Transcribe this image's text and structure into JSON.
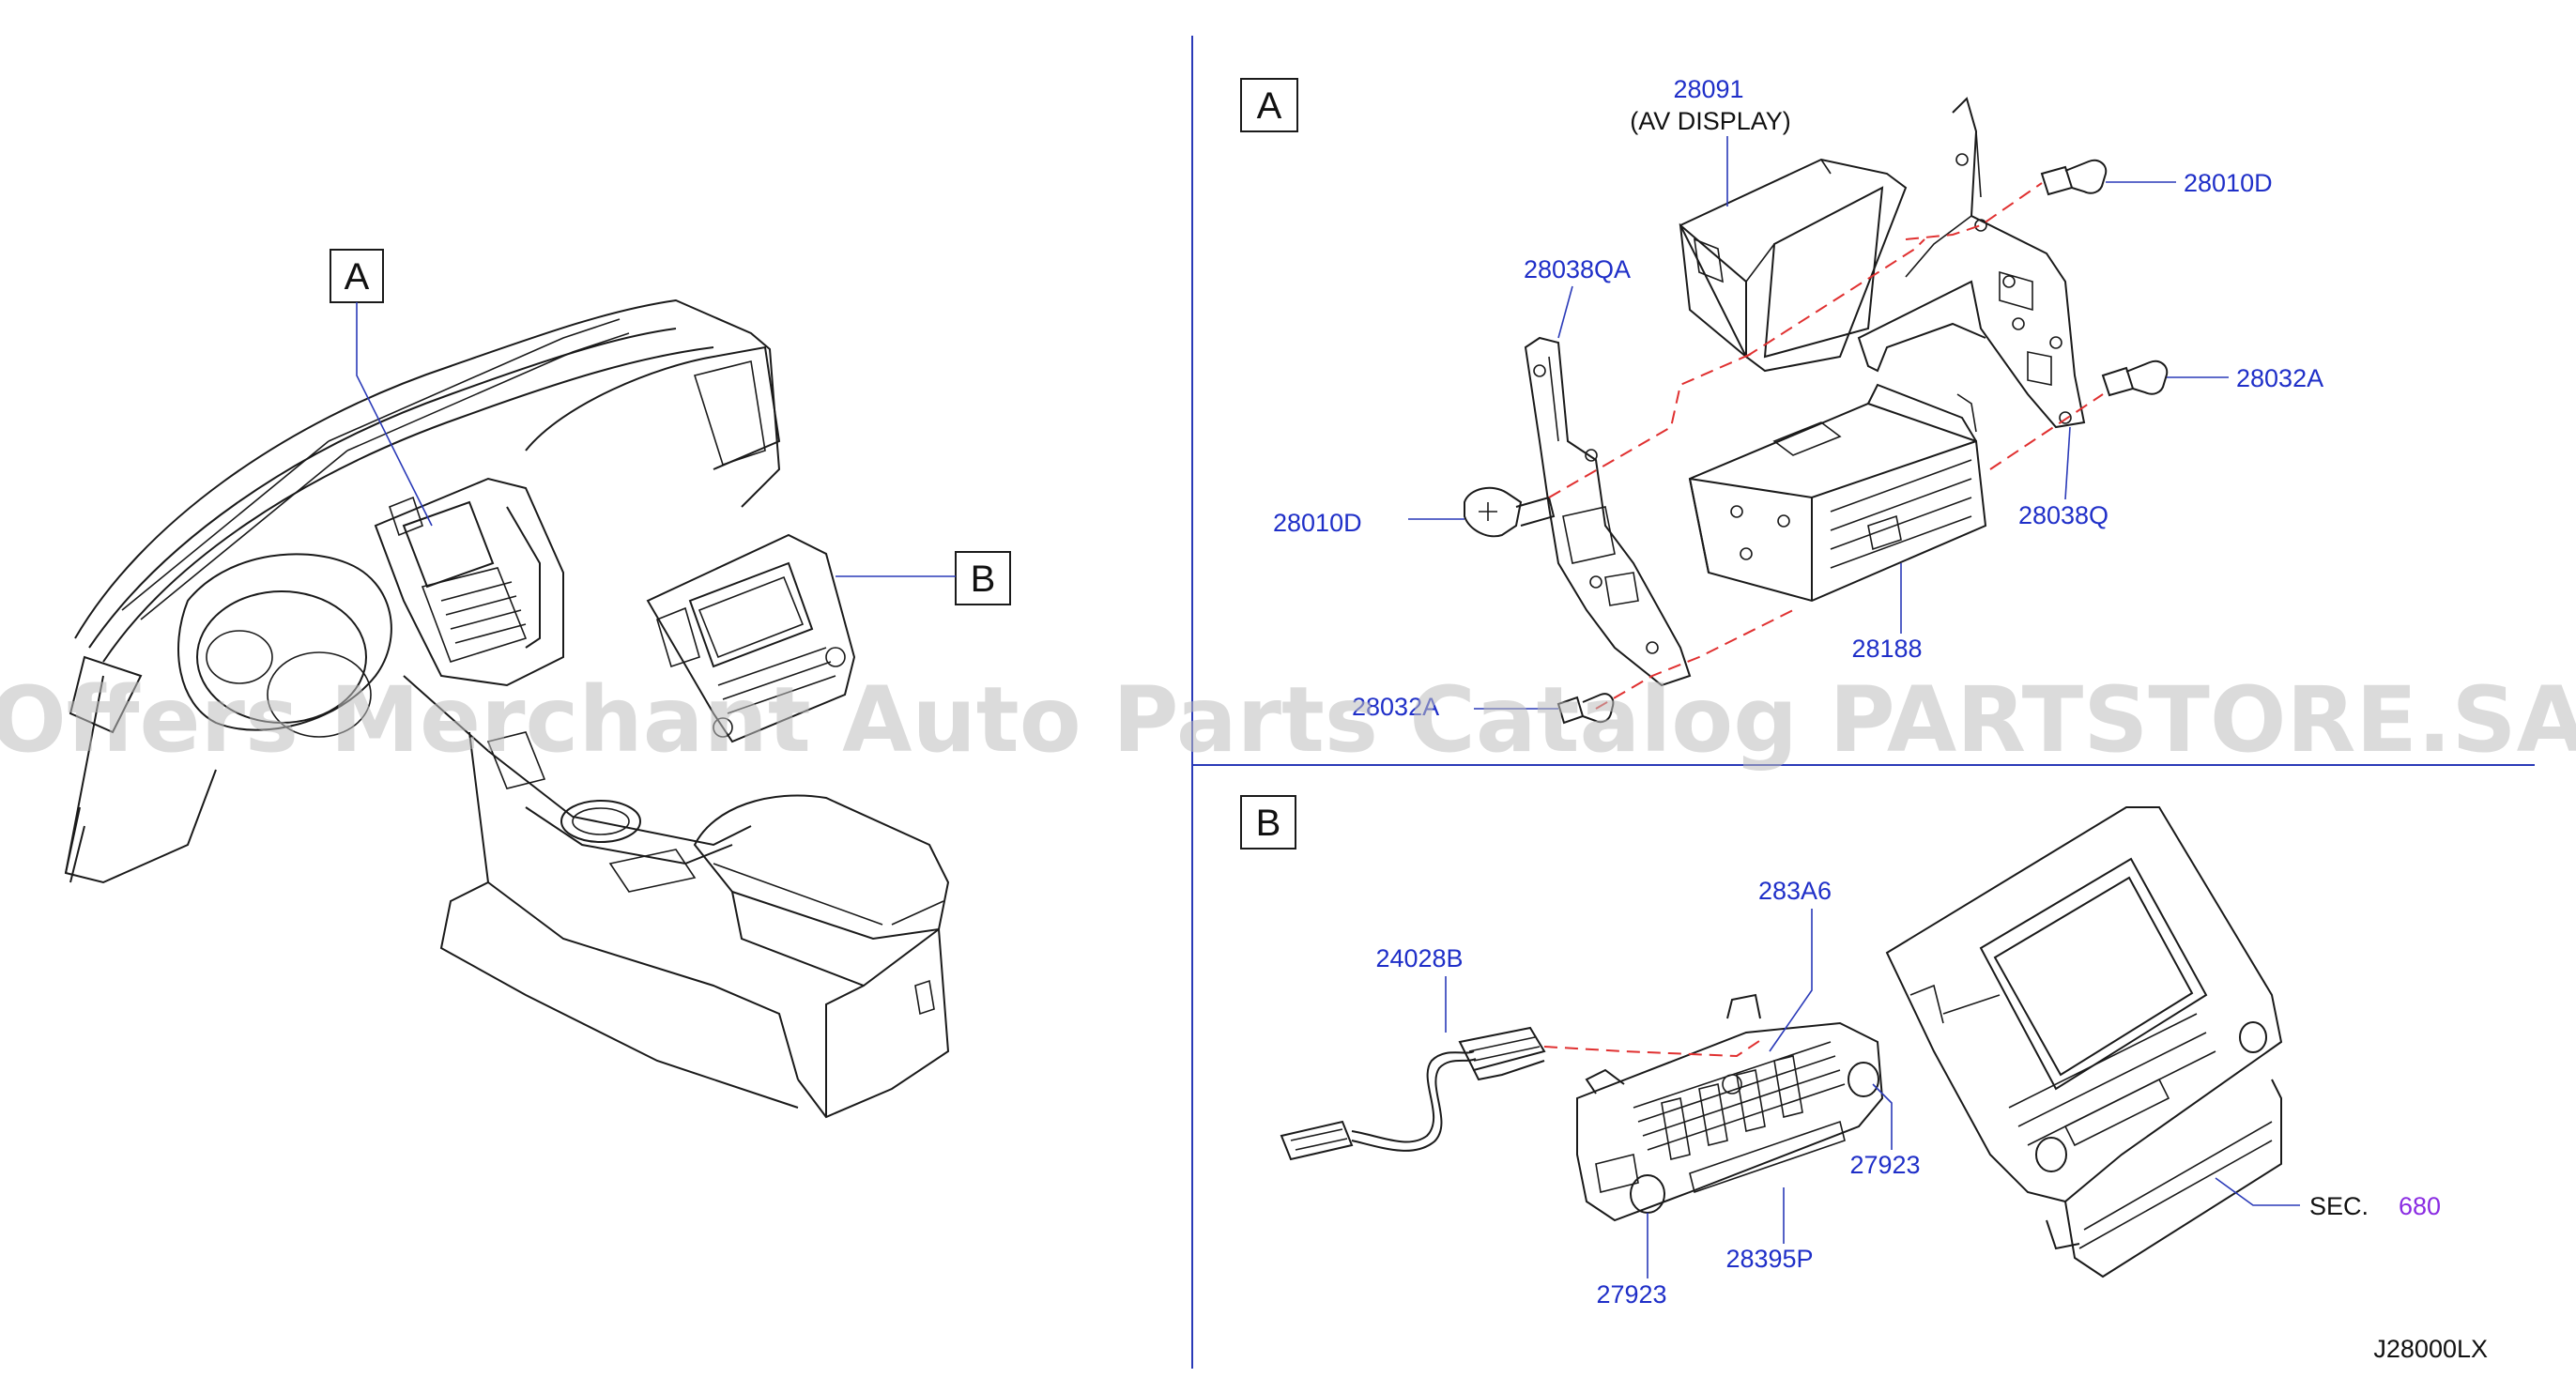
{
  "views": {
    "overview": {
      "callout_a": "A",
      "callout_b": "B"
    },
    "detail_a": {
      "box_label": "A",
      "parts": {
        "p28091": "28091",
        "p28091_desc": "(AV   DISPLAY)",
        "p28010D_right": "28010D",
        "p28038QA": "28038QA",
        "p28032A_right": "28032A",
        "p28010D_left": "28010D",
        "p28038Q": "28038Q",
        "p28188": "28188",
        "p28032A_left": "28032A"
      }
    },
    "detail_b": {
      "box_label": "B",
      "parts": {
        "p283A6": "283A6",
        "p24028B": "24028B",
        "p27923_right": "27923",
        "p27923_left": "27923",
        "p28395P": "28395P",
        "sec_prefix": "SEC.",
        "sec_number": "680"
      }
    }
  },
  "diagram_code": "J28000LX",
  "watermark": "Offers Merchant Auto Parts Catalog PARTSTORE.SA",
  "colors": {
    "label_blue": "#1f2fc8",
    "leader_blue": "#2a3ab8",
    "dash_red": "#e03030",
    "sec_purple": "#8a2be2"
  }
}
